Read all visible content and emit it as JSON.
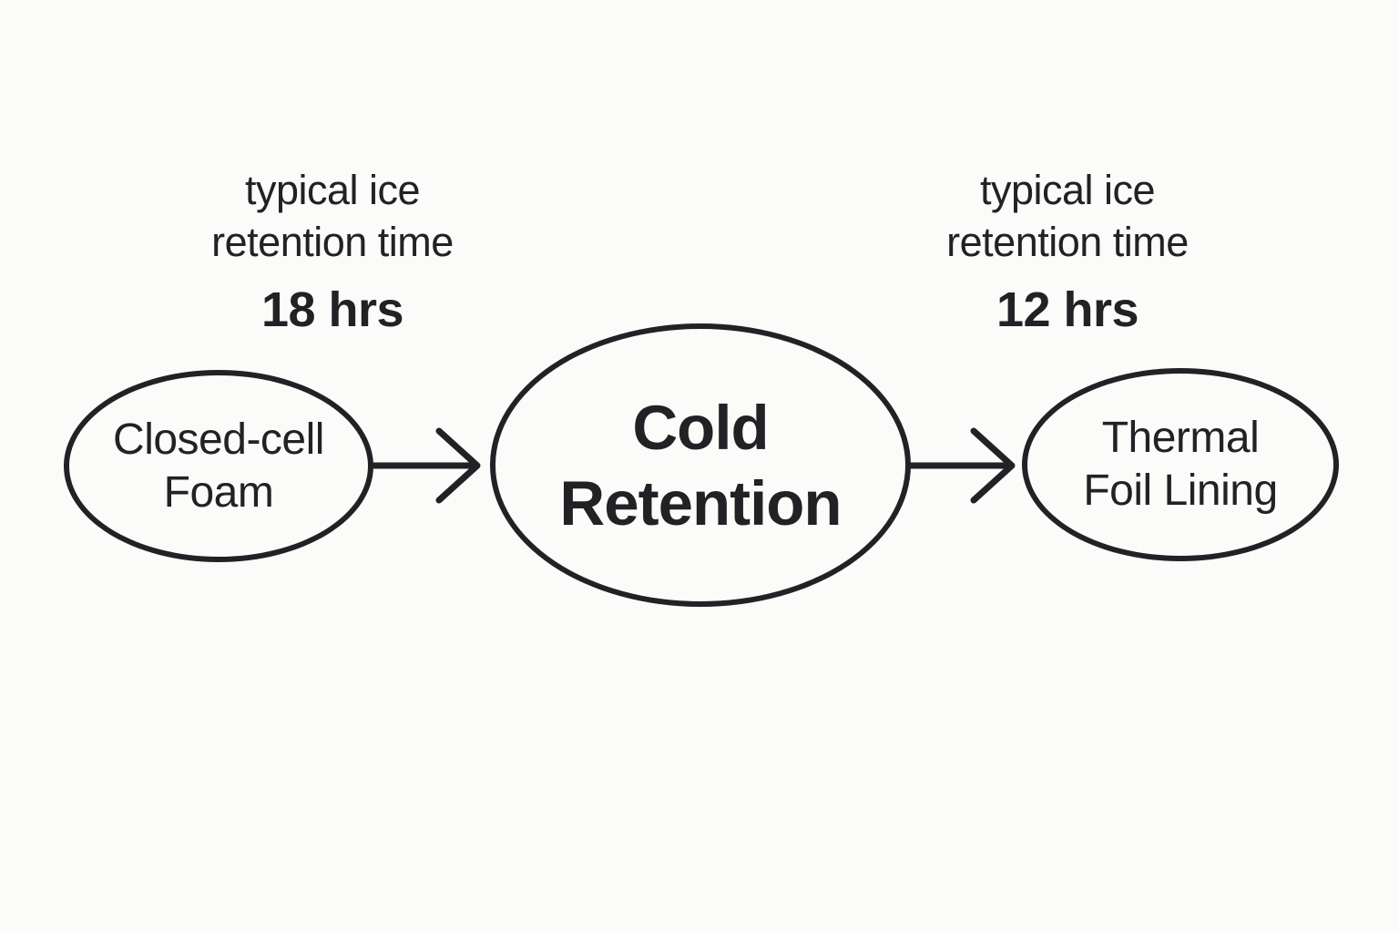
{
  "theme": {
    "background": "#fbfbfa",
    "ink": "#212225"
  },
  "annotations": [
    {
      "for": "Closed-cell Foam",
      "lines": [
        "typical ice",
        "retention time"
      ],
      "value": "18 hrs"
    },
    {
      "for": "Thermal Foil Lining",
      "lines": [
        "typical ice",
        "retention time"
      ],
      "value": "12 hrs"
    }
  ],
  "nodes": [
    {
      "id": "closed-cell-foam",
      "label_lines": [
        "Closed-cell",
        "Foam"
      ]
    },
    {
      "id": "cold-retention",
      "label_lines": [
        "Cold",
        "Retention"
      ]
    },
    {
      "id": "thermal-foil-lining",
      "label_lines": [
        "Thermal",
        "Foil Lining"
      ]
    }
  ],
  "edges": [
    {
      "from": "Closed-cell Foam",
      "to": "Cold Retention"
    },
    {
      "from": "Cold Retention",
      "to": "Thermal Foil Lining"
    }
  ]
}
